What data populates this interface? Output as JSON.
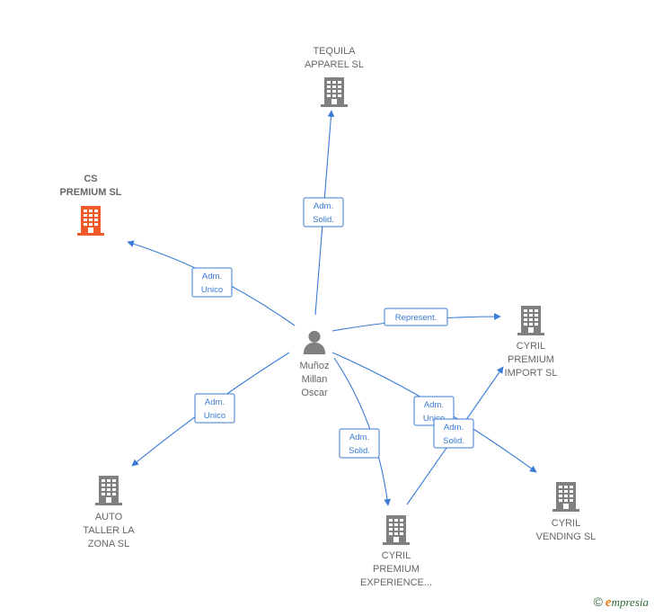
{
  "colors": {
    "edge": "#3a7bd5",
    "company": "#808080",
    "company_highlight": "#f05a28",
    "person": "#808080",
    "label": "#666666"
  },
  "nodes": [
    {
      "id": "tequila",
      "type": "company",
      "icon": "building-icon",
      "lines": [
        "TEQUILA",
        "APPAREL  SL"
      ]
    },
    {
      "id": "cs",
      "type": "company",
      "highlight": true,
      "icon": "building-icon",
      "lines": [
        "CS",
        "PREMIUM  SL"
      ]
    },
    {
      "id": "cyril_import",
      "type": "company",
      "icon": "building-icon",
      "lines": [
        "CYRIL",
        "PREMIUM",
        "IMPORT  SL"
      ]
    },
    {
      "id": "person",
      "type": "person",
      "icon": "person-icon",
      "lines": [
        "Muñoz",
        "Millan",
        "Oscar"
      ]
    },
    {
      "id": "auto",
      "type": "company",
      "icon": "building-icon",
      "lines": [
        "AUTO",
        "TALLER LA",
        "ZONA  SL"
      ]
    },
    {
      "id": "cyril_exp",
      "type": "company",
      "icon": "building-icon",
      "lines": [
        "CYRIL",
        "PREMIUM",
        "EXPERIENCE..."
      ]
    },
    {
      "id": "cyril_vending",
      "type": "company",
      "icon": "building-icon",
      "lines": [
        "CYRIL",
        "VENDING  SL"
      ]
    }
  ],
  "edges": [
    {
      "id": "e1",
      "from": "person",
      "to": "tequila",
      "lines": [
        "Adm.",
        "Solid."
      ]
    },
    {
      "id": "e2",
      "from": "person",
      "to": "cs",
      "lines": [
        "Adm.",
        "Unico"
      ]
    },
    {
      "id": "e3",
      "from": "person",
      "to": "cyril_import",
      "lines": [
        "Represent."
      ]
    },
    {
      "id": "e4",
      "from": "person",
      "to": "auto",
      "lines": [
        "Adm.",
        "Unico"
      ]
    },
    {
      "id": "e5",
      "from": "person",
      "to": "cyril_exp",
      "lines": [
        "Adm.",
        "Solid."
      ]
    },
    {
      "id": "e6",
      "from": "person",
      "to": "cyril_vending",
      "lines": [
        "Adm.",
        "Unico"
      ]
    },
    {
      "id": "e7",
      "from": "cyril_exp",
      "to": "cyril_import",
      "lines": [
        "Adm.",
        "Solid."
      ]
    }
  ],
  "footer": {
    "symbol": "©",
    "brand_initial": "e",
    "brand_rest": "mpresia"
  }
}
